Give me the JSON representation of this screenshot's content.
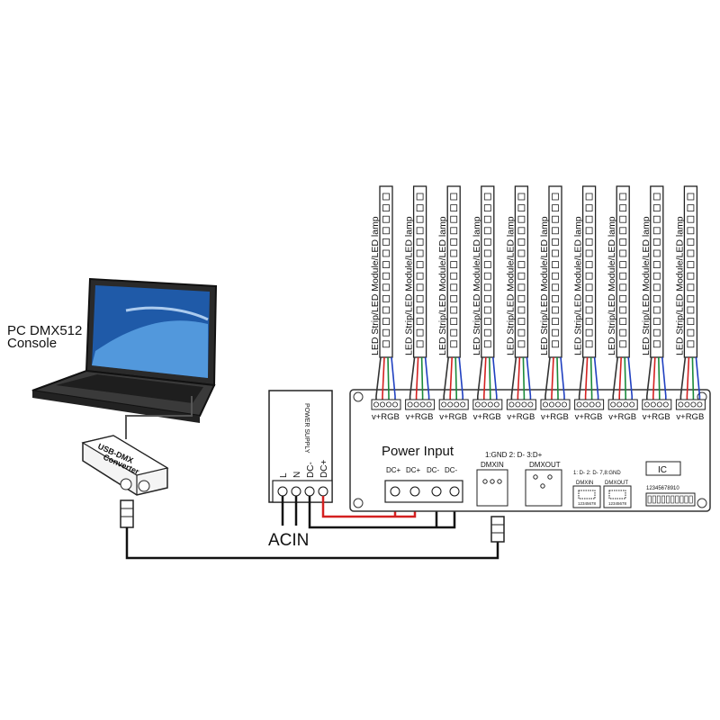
{
  "console_label": [
    "PC  DMX512",
    "Console"
  ],
  "converter_label": [
    "USB-DMX",
    "Converter"
  ],
  "power_supply": {
    "title": "POWER SUPPLY",
    "terminals": [
      "L",
      "N",
      "DC-",
      "DC+"
    ]
  },
  "acin_label": "ACIN",
  "controller": {
    "power_input_label": "Power  Input",
    "power_terminals": [
      "DC+",
      "DC+",
      "DC-",
      "DC-"
    ],
    "pin_note": "1:GND 2: D-  3:D+",
    "dmxin_label": "DMXIN",
    "dmxout_label": "DMXOUT",
    "rj45_note": "1: D-  2: D-  7,8:GND",
    "rj45_in_label": "DMXIN",
    "rj45_out_label": "DMXOUT",
    "rj45_pins": "12345678",
    "ic_label": "IC",
    "dip_numbers": "12345678910"
  },
  "strip_label": "LED Strip/LED Module/LED lamp",
  "channel_label": "v+RGB",
  "channel_count": 10,
  "colors": {
    "wire_dc_plus": "#d42020",
    "wire_dc_minus": "#111111",
    "wire_red": "#d42020",
    "wire_green": "#1a8a3a",
    "wire_blue": "#2040c0",
    "line": "#333333"
  }
}
